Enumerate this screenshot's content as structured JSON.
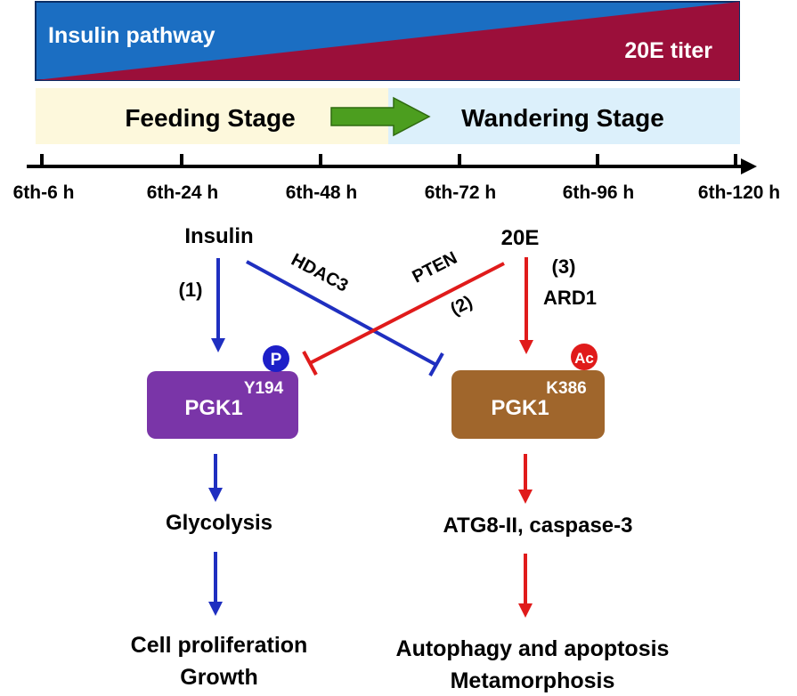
{
  "banner": {
    "left_label": "Insulin pathway",
    "right_label": "20E titer",
    "colors": {
      "insulin": "#1b6ec2",
      "titer": "#9b0f3a"
    }
  },
  "stages": {
    "feeding": "Feeding Stage",
    "wandering": "Wandering Stage",
    "colors": {
      "feeding": "#fdf8dc",
      "wandering": "#dcf0fb",
      "arrow": "#4c9e1f"
    }
  },
  "timeline": {
    "ticks": [
      "6th-6 h",
      "6th-24 h",
      "6th-48 h",
      "6th-72 h",
      "6th-96 h",
      "6th-120 h"
    ]
  },
  "nodes": {
    "insulin": "Insulin",
    "e20": "20E",
    "pgk1_left": {
      "name": "PGK1",
      "site": "Y194",
      "badge": "P",
      "color": "#7a35a8"
    },
    "pgk1_right": {
      "name": "PGK1",
      "site": "K386",
      "badge": "Ac",
      "color": "#a0662c"
    },
    "glycolysis": "Glycolysis",
    "atg": "ATG8-II, caspase-3",
    "left_outcome": [
      "Cell proliferation",
      "Growth"
    ],
    "right_outcome": [
      "Autophagy and apoptosis",
      "Metamorphosis"
    ]
  },
  "edges": {
    "step1": "(1)",
    "step2": "(2)",
    "step3": "(3)",
    "hdac3": "HDAC3",
    "pten": "PTEN",
    "ard1": "ARD1",
    "colors": {
      "insulin_path": "#1f2fc0",
      "e20_path": "#e01b1b"
    }
  }
}
